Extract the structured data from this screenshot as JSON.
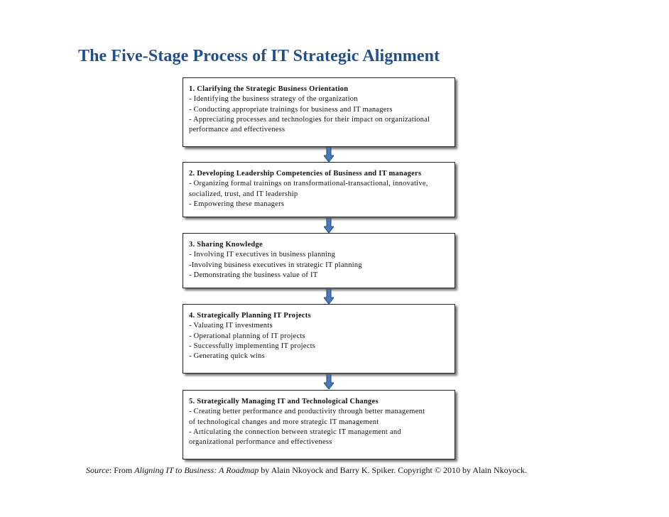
{
  "title": "The Five-Stage Process of IT Strategic Alignment",
  "colors": {
    "title": "#1f4e8c",
    "arrow_fill": "#4a78b8",
    "arrow_stroke": "#23487e"
  },
  "stages": [
    {
      "title": "1. Clarifying the Strategic Business Orientation",
      "lines": [
        "- Identifying the business strategy of the organization",
        "- Conducting appropriate trainings for business and IT managers",
        "- Appreciating processes and technologies for their impact on organizational",
        "performance and effectiveness"
      ]
    },
    {
      "title": "2. Developing Leadership Competencies of Business and IT managers",
      "lines": [
        "- Organizing formal trainings on transformational-transactional, innovative,",
        "socialized, trust, and IT leadership",
        "- Empowering these managers"
      ]
    },
    {
      "title": "3. Sharing Knowledge",
      "lines": [
        "- Involving IT executives in business planning",
        "-Involving business executives in strategic IT planning",
        "- Demonstrating the business value of IT"
      ]
    },
    {
      "title": "4. Strategically Planning IT Projects",
      "lines": [
        "- Valuating IT investments",
        "- Operational planning of IT projects",
        "- Successfully implementing IT projects",
        "- Generating quick wins"
      ]
    },
    {
      "title": "5. Strategically Managing IT and Technological Changes",
      "lines": [
        "- Creating better performance and productivity through better management",
        "of technological changes and more strategic IT management",
        "- Articulating the connection between strategic IT management and",
        "organizational performance and effectiveness"
      ]
    }
  ],
  "source": {
    "label": "Source",
    "colon": ": From ",
    "book": "Aligning IT to Business: A Roadmap",
    "rest": " by Alain Nkoyock  and  Barry K. Spiker. Copyright © 2010 by Alain Nkoyock."
  }
}
